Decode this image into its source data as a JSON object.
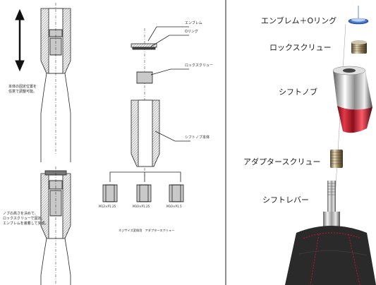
{
  "left_diagram": {
    "top_note": "本体の固定位置を\n任意で調整可能。",
    "bottom_note": "ノブの高さを決めて、\nロックスクリューで固定。\nエンブレムを装着して完成。"
  },
  "exploded_diagram": {
    "emblem": "エンブレム",
    "o_ring": "Oリング",
    "lock_screw": "ロックスクリュー",
    "knob_body": "シフトノブ本体",
    "adapters": [
      {
        "size": "M12×P1.25"
      },
      {
        "size": "M10×P1.25"
      },
      {
        "size": "M10×P1.5"
      }
    ],
    "adapter_caption": "ネジサイズ変換用　アダプタースクリュー"
  },
  "photo_labels": {
    "emblem_oring": "エンブレム＋Oリング",
    "lock_screw": "ロックスクリュー",
    "shift_knob": "シフトノブ",
    "adapter_screw": "アダプタースクリュー",
    "shift_lever": "シフトレバー"
  },
  "colors": {
    "line": "#222222",
    "hatch": "#555555",
    "knob_red": "#c0182a",
    "chrome": "#d9d9d9",
    "boot_leather": "#2a2a2a",
    "boot_stitch": "#c8102e",
    "emblem_blue": "#2f6fd6"
  }
}
